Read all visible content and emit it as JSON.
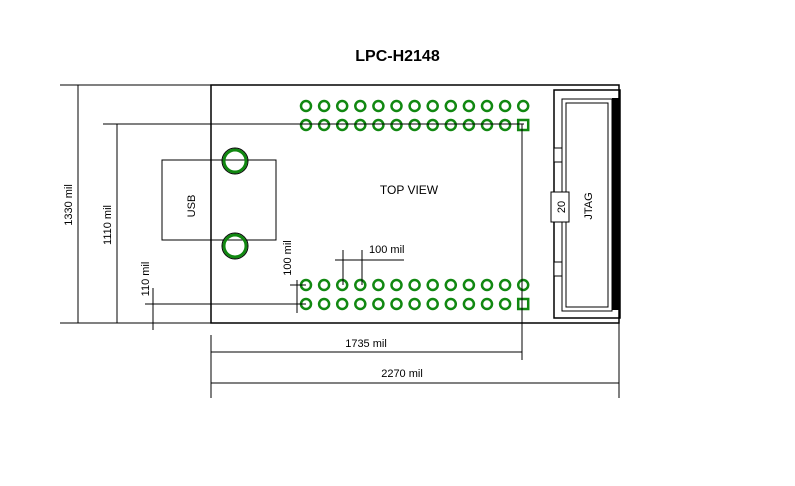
{
  "title": "LPC-H2148",
  "board": {
    "view_label": "TOP VIEW",
    "usb_label": "USB",
    "jtag_label": "JTAG",
    "jtag_pin_label": "20"
  },
  "dimensions": {
    "height_outer": "1330 mil",
    "height_inner": "1110 mil",
    "offset_bottom": "110 mil",
    "row_spacing": "100 mil",
    "pin_pitch": "100 mil",
    "width_header": "1735 mil",
    "width_total": "2270 mil"
  },
  "colors": {
    "pad": "#118811",
    "outline": "#000000"
  }
}
